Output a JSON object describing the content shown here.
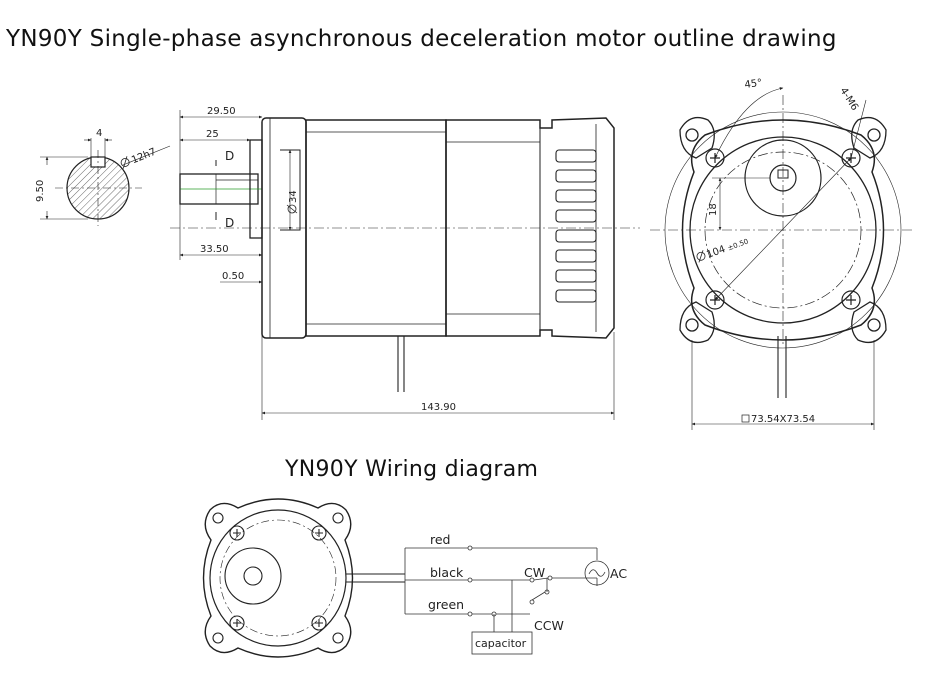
{
  "titles": {
    "main": "YN90Y Single-phase asynchronous deceleration motor outline drawing",
    "wiring": "YN90Y Wiring diagram"
  },
  "shaft_section": {
    "key_width": "4",
    "height": "9.50",
    "shaft_dia": "12h7"
  },
  "side_view": {
    "dim_29_50": "29.50",
    "dim_25": "25",
    "section_mark": "D",
    "pilot_dia": "34",
    "dim_33_50": "33.50",
    "dim_0_50": "0.50",
    "length": "143.90"
  },
  "front_view": {
    "angle": "45°",
    "holes": "4-M6",
    "offset": "18",
    "bolt_circle": "104",
    "bolt_circle_tol": "±0.50",
    "square": "73.54X73.54"
  },
  "wiring": {
    "red": "red",
    "black": "black",
    "green": "green",
    "cw": "CW",
    "ccw": "CCW",
    "ac": "AC",
    "capacitor": "capacitor"
  }
}
